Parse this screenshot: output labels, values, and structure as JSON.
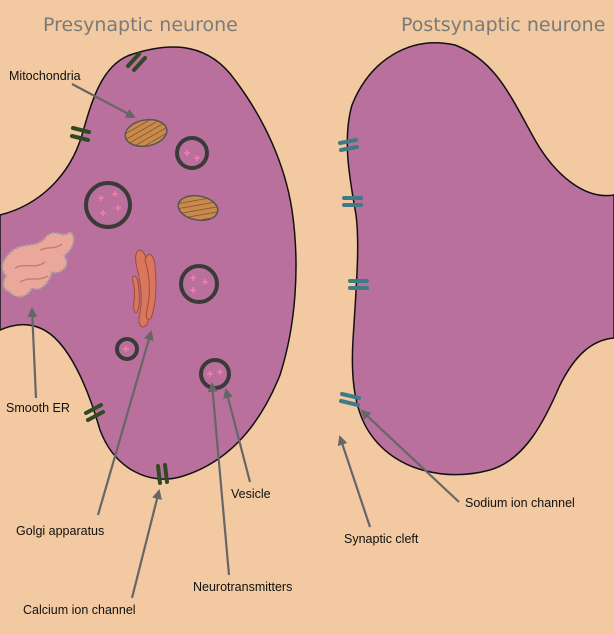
{
  "titles": {
    "presynaptic": "Presynaptic neurone",
    "postsynaptic": "Postsynaptic neurone"
  },
  "labels": {
    "mitochondria": "Mitochondria",
    "smooth_er": "Smooth ER",
    "golgi": "Golgi apparatus",
    "calcium_channel": "Calcium ion channel",
    "neurotransmitters": "Neurotransmitters",
    "vesicle": "Vesicle",
    "synaptic_cleft": "Synaptic cleft",
    "sodium_channel": "Sodium ion channel"
  },
  "colors": {
    "background": "#f2c9a1",
    "neurone": "#b9709c",
    "calcium_channel": "#2f4a24",
    "sodium_channel": "#3e7b86",
    "vesicle_outline": "#3a3a3a",
    "neurotransmitter": "#ff7fa8",
    "mitochondria": "#c98a4e",
    "golgi": "#d9775e",
    "smooth_er": "#e9a89a",
    "arrow": "#666666"
  }
}
